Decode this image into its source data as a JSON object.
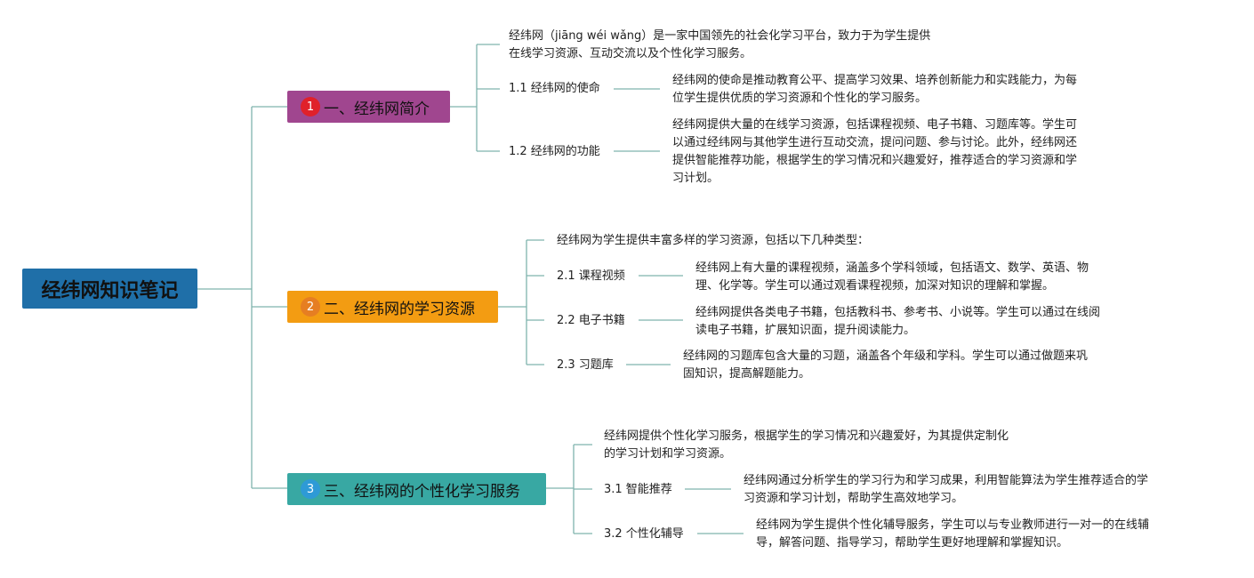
{
  "root": {
    "label": "经纬网知识笔记"
  },
  "colors": {
    "root": "#1f6fa8",
    "branch1": "#a0468f",
    "branch2": "#f39c12",
    "branch3": "#38a8a3",
    "badge1": "#e0212a",
    "badge2": "#e67e22",
    "badge3": "#2e9ad6",
    "line": "#7fb3ad"
  },
  "branches": [
    {
      "number": "1",
      "label": "一、经纬网简介",
      "intro": [
        "经纬网（jiāng wéi wǎng）是一家中国领先的社会化学习平台，致力于为学生提供",
        "在线学习资源、互动交流以及个性化学习服务。"
      ],
      "subs": [
        {
          "label": "1.1 经纬网的使命",
          "text": [
            "经纬网的使命是推动教育公平、提高学习效果、培养创新能力和实践能力，为每",
            "位学生提供优质的学习资源和个性化的学习服务。"
          ]
        },
        {
          "label": "1.2 经纬网的功能",
          "text": [
            "经纬网提供大量的在线学习资源，包括课程视频、电子书籍、习题库等。学生可",
            "以通过经纬网与其他学生进行互动交流，提问问题、参与讨论。此外，经纬网还",
            "提供智能推荐功能，根据学生的学习情况和兴趣爱好，推荐适合的学习资源和学",
            "习计划。"
          ]
        }
      ]
    },
    {
      "number": "2",
      "label": "二、经纬网的学习资源",
      "intro": [
        "经纬网为学生提供丰富多样的学习资源，包括以下几种类型："
      ],
      "subs": [
        {
          "label": "2.1 课程视频",
          "text": [
            "经纬网上有大量的课程视频，涵盖多个学科领域，包括语文、数学、英语、物",
            "理、化学等。学生可以通过观看课程视频，加深对知识的理解和掌握。"
          ]
        },
        {
          "label": "2.2 电子书籍",
          "text": [
            "经纬网提供各类电子书籍，包括教科书、参考书、小说等。学生可以通过在线阅",
            "读电子书籍，扩展知识面，提升阅读能力。"
          ]
        },
        {
          "label": "2.3 习题库",
          "text": [
            "经纬网的习题库包含大量的习题，涵盖各个年级和学科。学生可以通过做题来巩",
            "固知识，提高解题能力。"
          ]
        }
      ]
    },
    {
      "number": "3",
      "label": "三、经纬网的个性化学习服务",
      "intro": [
        "经纬网提供个性化学习服务，根据学生的学习情况和兴趣爱好，为其提供定制化",
        "的学习计划和学习资源。"
      ],
      "subs": [
        {
          "label": "3.1 智能推荐",
          "text": [
            "经纬网通过分析学生的学习行为和学习成果，利用智能算法为学生推荐适合的学",
            "习资源和学习计划，帮助学生高效地学习。"
          ]
        },
        {
          "label": "3.2 个性化辅导",
          "text": [
            "经纬网为学生提供个性化辅导服务，学生可以与专业教师进行一对一的在线辅",
            "导，解答问题、指导学习，帮助学生更好地理解和掌握知识。"
          ]
        }
      ]
    }
  ]
}
